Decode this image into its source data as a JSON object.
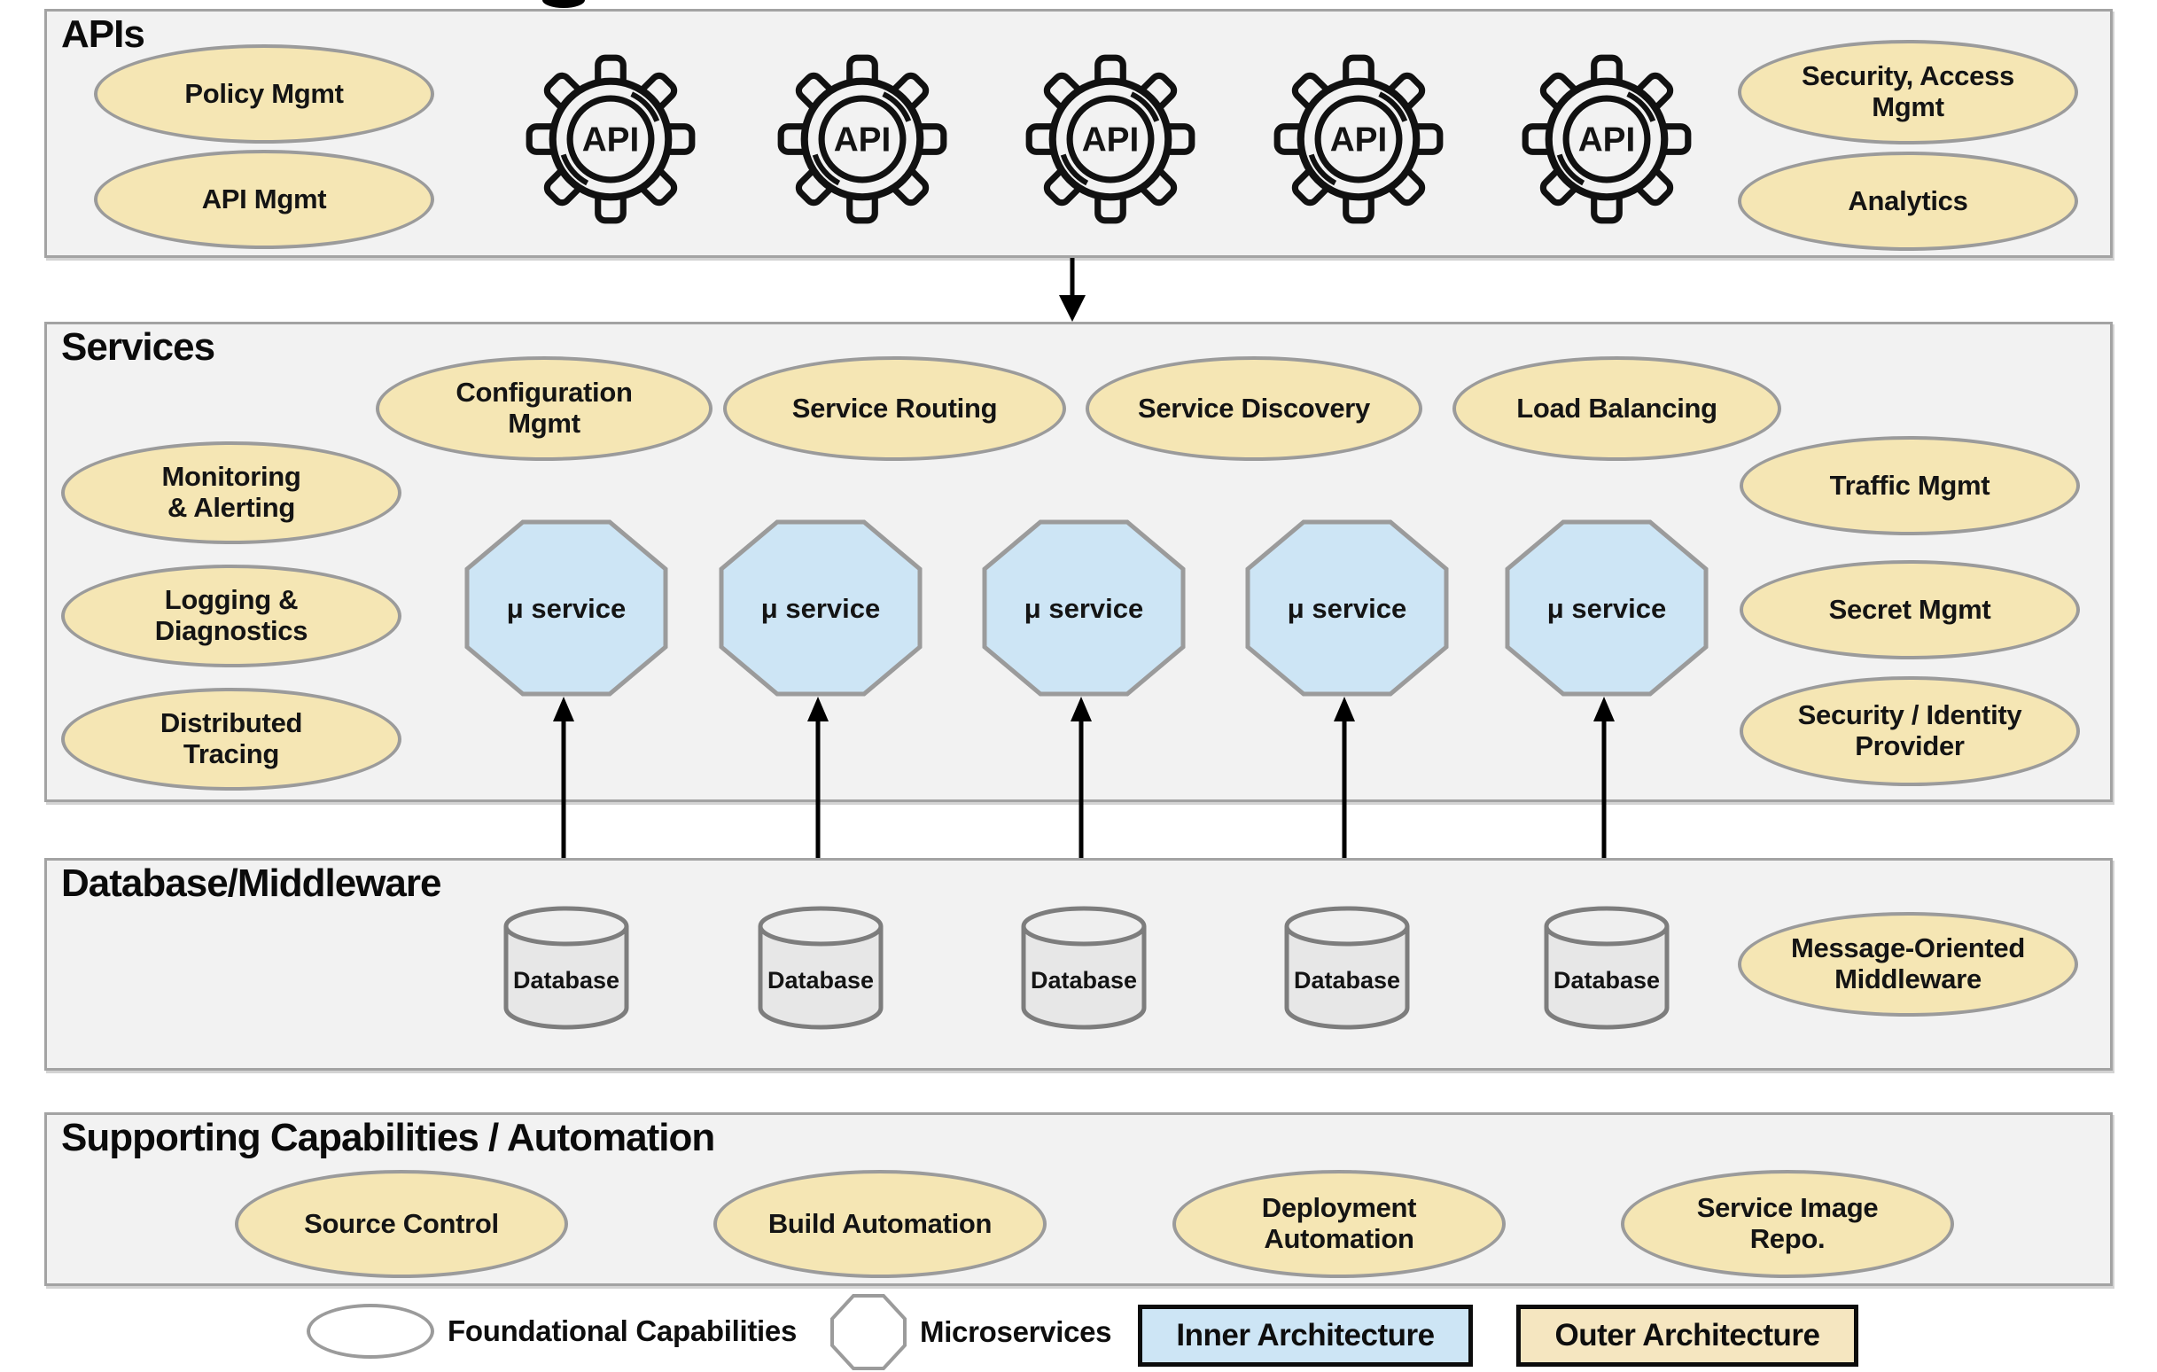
{
  "palette": {
    "page-bg": "#ffffff",
    "box-bg": "#f2f2f2",
    "box-border": "#a3a3a3",
    "ellipse-fill": "#f5e6b4",
    "shape-border": "#9b9b9b",
    "octagon-fill": "#cde5f5",
    "cylinder-fill": "#e7e7e7",
    "cylinder-top-fill": "#efefef",
    "cylinder-border": "#7d7d7d",
    "legend-inner-fill": "#cde5f5",
    "legend-outer-fill": "#f5e6c0",
    "arrow-color": "#000000",
    "text-color": "#141414"
  },
  "apis": {
    "title": "APIs",
    "left_capabilities": [
      "Policy Mgmt",
      "API Mgmt"
    ],
    "right_capabilities": [
      "Security, Access\nMgmt",
      "Analytics"
    ],
    "gears": [
      "API",
      "API",
      "API",
      "API",
      "API"
    ]
  },
  "services": {
    "title": "Services",
    "top_capabilities": [
      "Configuration\nMgmt",
      "Service Routing",
      "Service Discovery",
      "Load Balancing"
    ],
    "left_capabilities": [
      "Monitoring\n& Alerting",
      "Logging &\nDiagnostics",
      "Distributed\nTracing"
    ],
    "right_capabilities": [
      "Traffic Mgmt",
      "Secret Mgmt",
      "Security / Identity\nProvider"
    ],
    "microservices": [
      "μ service",
      "μ service",
      "μ service",
      "μ service",
      "μ service"
    ]
  },
  "database": {
    "title": "Database/Middleware",
    "cylinders": [
      "Database",
      "Database",
      "Database",
      "Database",
      "Database"
    ],
    "capabilities": [
      "Message-Oriented\nMiddleware"
    ]
  },
  "supporting": {
    "title": "Supporting Capabilities / Automation",
    "capabilities": [
      "Source Control",
      "Build Automation",
      "Deployment\nAutomation",
      "Service Image\nRepo."
    ]
  },
  "legend": {
    "foundational": "Foundational Capabilities",
    "microservices": "Microservices",
    "inner": "Inner Architecture",
    "outer": "Outer Architecture"
  }
}
